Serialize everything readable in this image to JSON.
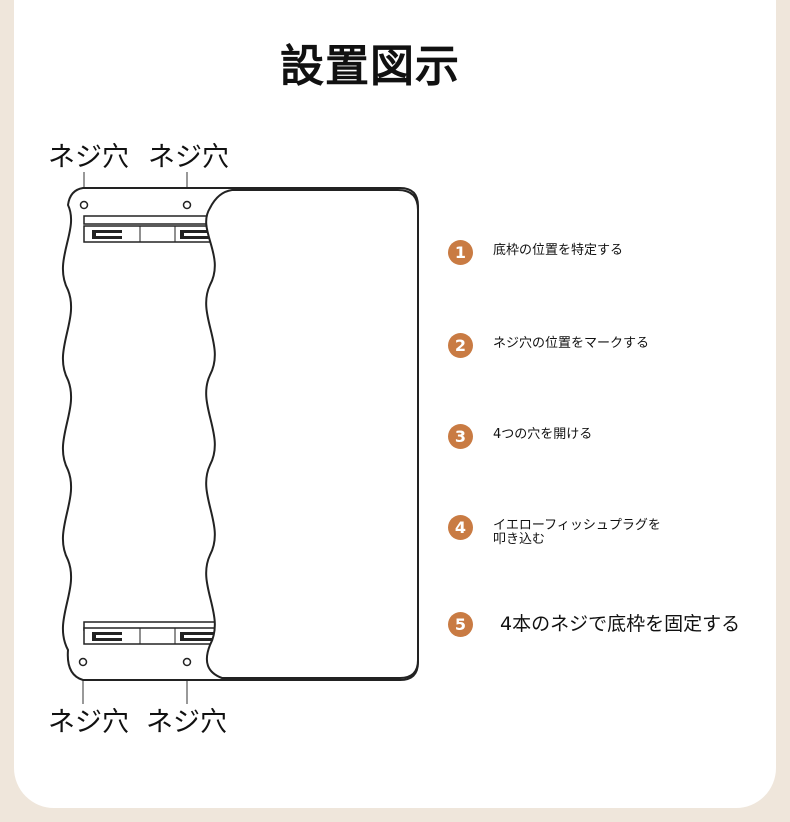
{
  "title": "設置図示",
  "hole_labels": {
    "top_left": "ネジ穴",
    "top_right": "ネジ穴",
    "bottom_left": "ネジ穴",
    "bottom_right": "ネジ穴"
  },
  "steps": [
    {
      "num": "1",
      "text": "底枠の位置を特定する"
    },
    {
      "num": "2",
      "text": "ネジ穴の位置をマークする"
    },
    {
      "num": "3",
      "text": "4つの穴を開ける"
    },
    {
      "num": "4",
      "text": "イエローフィッシュプラグを\n叩き込む"
    },
    {
      "num": "5",
      "text": "4本のネジで底枠を固定する"
    }
  ],
  "colors": {
    "accent": "#c97b43",
    "background": "#efe6db",
    "card": "#ffffff"
  }
}
